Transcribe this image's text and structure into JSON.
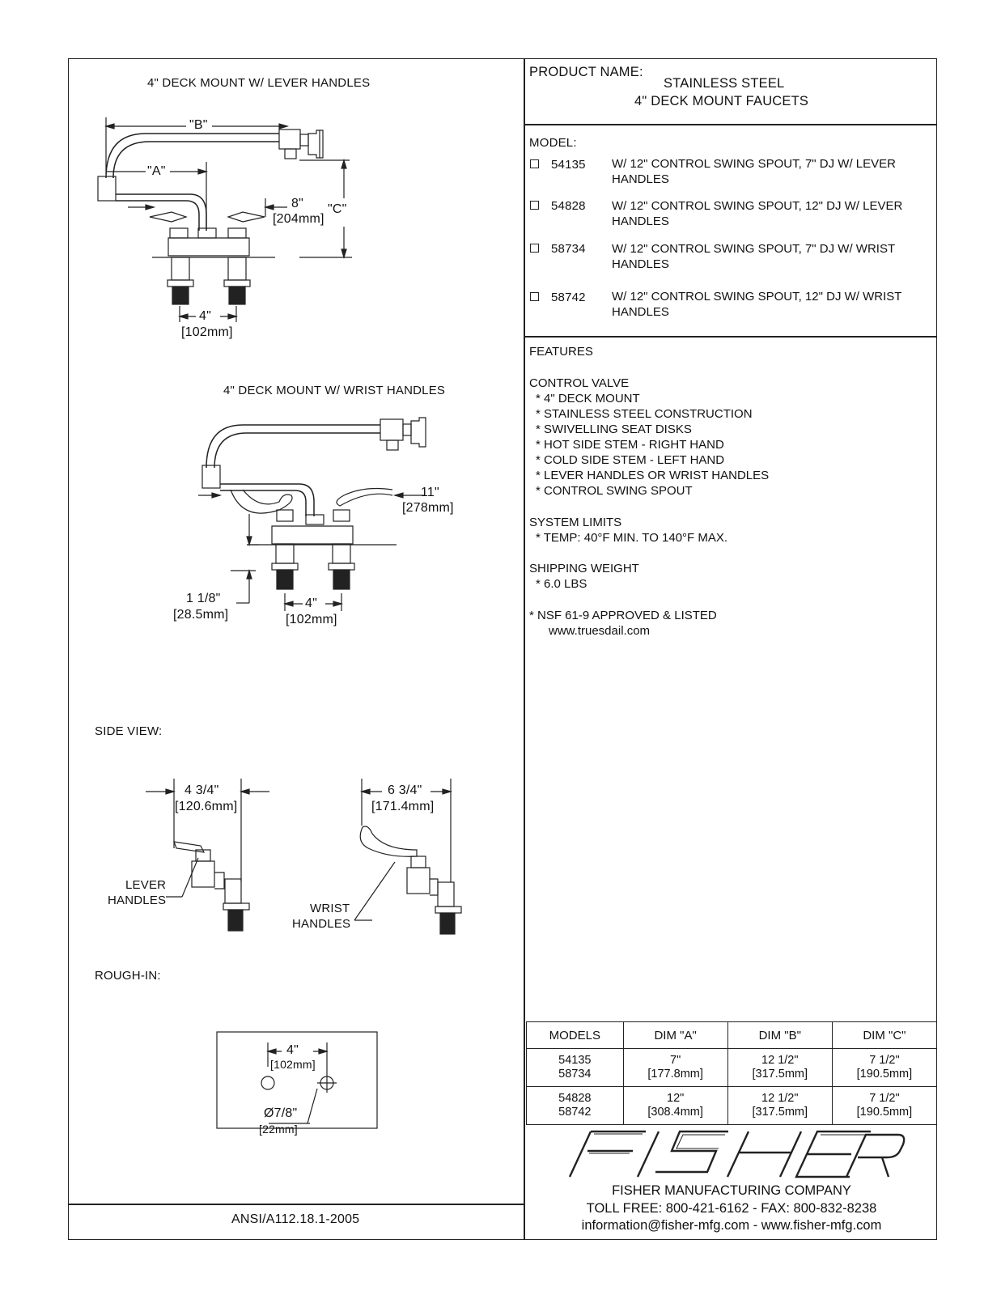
{
  "left": {
    "lever_title": "4\" DECK MOUNT  W/ LEVER HANDLES",
    "lever_dims": {
      "b": "\"B\"",
      "a": "\"A\"",
      "c": "\"C\"",
      "eight": "8\"",
      "eight_mm": "[204mm]",
      "four": "4\"",
      "four_mm": "[102mm]"
    },
    "wrist_title": "4\" DECK MOUNT W/  WRIST HANDLES",
    "wrist_dims": {
      "eleven": "11\"",
      "eleven_mm": "[278mm]",
      "one_eighth": "1 1/8\"",
      "one_eighth_mm": "[28.5mm]",
      "four": "4\"",
      "four_mm": "[102mm]"
    },
    "side_view": "SIDE VIEW:",
    "side_dims": {
      "lever_w": "4 3/4\"",
      "lever_w_mm": "[120.6mm]",
      "wrist_w": "6 3/4\"",
      "wrist_w_mm": "[171.4mm]",
      "lever_label_1": "LEVER",
      "lever_label_2": "HANDLES",
      "wrist_label_1": "WRIST",
      "wrist_label_2": "HANDLES"
    },
    "rough_in": "ROUGH-IN:",
    "rough_dims": {
      "four": "4\"",
      "four_mm": "[102mm]",
      "dia": "Ø7/8\"",
      "dia_mm": "[22mm]"
    },
    "footer": "ANSI/A112.18.1-2005"
  },
  "product": {
    "label": "PRODUCT NAME:",
    "name_1": "STAINLESS STEEL",
    "name_2": "4\" DECK MOUNT FAUCETS"
  },
  "model": {
    "label": "MODEL:",
    "items": [
      {
        "number": "54135",
        "desc_1": "W/ 12\" CONTROL SWING SPOUT, 7\" DJ W/ LEVER",
        "desc_2": "HANDLES"
      },
      {
        "number": "54828",
        "desc_1": "W/ 12\" CONTROL SWING SPOUT, 12\" DJ W/ LEVER",
        "desc_2": "HANDLES"
      },
      {
        "number": "58734",
        "desc_1": "W/ 12\" CONTROL SWING SPOUT, 7\" DJ W/ WRIST",
        "desc_2": "HANDLES"
      },
      {
        "number": "58742",
        "desc_1": "W/ 12\" CONTROL SWING SPOUT, 12\" DJ W/ WRIST",
        "desc_2": "HANDLES"
      }
    ]
  },
  "features": {
    "label": "FEATURES",
    "control_valve": "CONTROL VALVE",
    "cv_items": [
      "* 4\" DECK MOUNT",
      "* STAINLESS STEEL CONSTRUCTION",
      "* SWIVELLING SEAT DISKS",
      "* HOT SIDE STEM - RIGHT HAND",
      "* COLD SIDE STEM - LEFT HAND",
      "* LEVER HANDLES OR WRIST HANDLES",
      "* CONTROL SWING SPOUT"
    ],
    "system_limits": "SYSTEM LIMITS",
    "sl_items": [
      "* TEMP: 40°F MIN. TO 140°F MAX."
    ],
    "shipping_weight": "SHIPPING WEIGHT",
    "sw_items": [
      "* 6.0 LBS"
    ],
    "nsf": "* NSF 61-9 APPROVED & LISTED",
    "nsf_url": "www.truesdail.com"
  },
  "dims_table": {
    "headers": [
      "MODELS",
      "DIM \"A\"",
      "DIM \"B\"",
      "DIM \"C\""
    ],
    "rows": [
      {
        "models_1": "54135",
        "models_2": "58734",
        "a_1": "7\"",
        "a_2": "[177.8mm]",
        "b_1": "12 1/2\"",
        "b_2": "[317.5mm]",
        "c_1": "7 1/2\"",
        "c_2": "[190.5mm]"
      },
      {
        "models_1": "54828",
        "models_2": "58742",
        "a_1": "12\"",
        "a_2": "[308.4mm]",
        "b_1": "12 1/2\"",
        "b_2": "[317.5mm]",
        "c_1": "7 1/2\"",
        "c_2": "[190.5mm]"
      }
    ]
  },
  "company": {
    "logo": "FISHER",
    "name": "FISHER MANUFACTURING COMPANY",
    "phone": "TOLL FREE: 800-421-6162 - FAX: 800-832-8238",
    "contact": "information@fisher-mfg.com - www.fisher-mfg.com"
  }
}
